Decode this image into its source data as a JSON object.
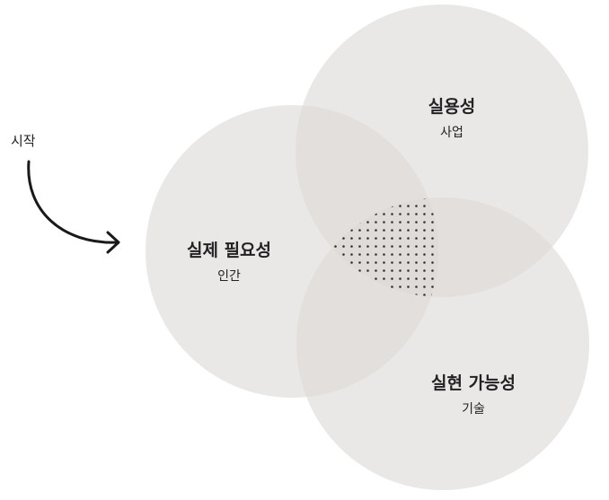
{
  "start_label": "시작",
  "circles": [
    {
      "title": "실제 필요성",
      "subtitle": "인간"
    },
    {
      "title": "실용성",
      "subtitle": "사업"
    },
    {
      "title": "실현 가능성",
      "subtitle": "기술"
    }
  ],
  "colors": {
    "circle": "#dcd9d6",
    "dots": "#333333",
    "arrow": "#1a1a1a"
  }
}
